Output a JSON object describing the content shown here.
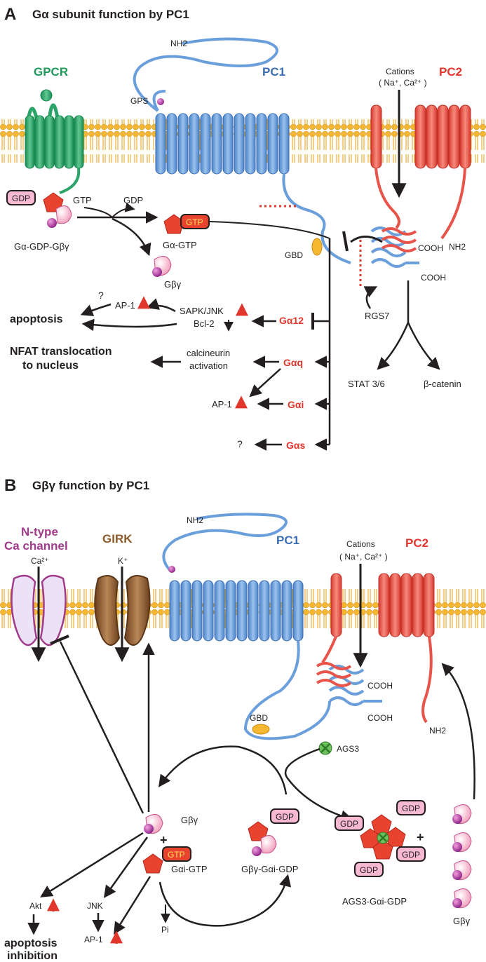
{
  "panel_a": {
    "letter": "A",
    "title": "Gα subunit function by PC1",
    "gpcr": "GPCR",
    "pc1": "PC1",
    "pc2": "PC2",
    "nh2_top": "NH2",
    "gps": "GPS",
    "cations": "Cations",
    "cations_ions": "( Na⁺, Ca²⁺ )",
    "gtp_in": "GTP",
    "gdp_out": "GDP",
    "gdp_badge": "GDP",
    "gtp_badge": "GTP",
    "g_complex": "Gα-GDP-Gβγ",
    "g_alpha_gtp": "Gα-GTP",
    "g_beta_gamma": "Gβγ",
    "gbd": "GBD",
    "pc2_nh2": "NH2",
    "pc2_cooh": "COOH",
    "pc1_cooh": "COOH",
    "rgs7": "RGS7",
    "stat": "STAT 3/6",
    "catenin": "β-catenin",
    "question1": "?",
    "ap1_top": "AP-1",
    "apoptosis": "apoptosis",
    "sapk": "SAPK/JNK",
    "bcl2": "Bcl-2",
    "ga12": "Gα12",
    "nfat_line1": "NFAT translocation",
    "nfat_line2": "to nucleus",
    "calcineurin_line1": "calcineurin",
    "calcineurin_line2": "activation",
    "gaq": "Gαq",
    "ap1_mid": "AP-1",
    "gai": "Gαi",
    "question2": "?",
    "gas": "Gαs"
  },
  "panel_b": {
    "letter": "B",
    "title": "Gβγ function by PC1",
    "ntype_line1": "N-type",
    "ntype_line2": "Ca channel",
    "ca_ion": "Ca²⁺",
    "girk": "GIRK",
    "k_ion": "K⁺",
    "pc1": "PC1",
    "pc2": "PC2",
    "nh2_top": "NH2",
    "cations": "Cations",
    "cations_ions": "( Na⁺, Ca²⁺ )",
    "pc2_cooh": "COOH",
    "pc1_cooh": "COOH",
    "pc2_nh2": "NH2",
    "gbd": "GBD",
    "ags3": "AGS3",
    "g_beta_gamma": "Gβγ",
    "plus": "+",
    "gtp_badge": "GTP",
    "gai_gtp": "Gαi-GTP",
    "gdp_badge": "GDP",
    "gbg_gai_gdp": "Gβγ-Gαi-GDP",
    "ags3_complex": "AGS3-Gαi-GDP",
    "gbg_stack": "Gβγ",
    "akt": "Akt",
    "jnk": "JNK",
    "ap1": "AP-1",
    "pi": "Pi",
    "apoptosis_line1": "apoptosis",
    "apoptosis_line2": "inhibition"
  },
  "colors": {
    "gpcr": "#2aa468",
    "pc1": "#6b9fdc",
    "pc2": "#e8544a",
    "membrane": "#f6b731",
    "label_red": "#e0362c",
    "label_blue": "#3b6db4",
    "label_green": "#1f9a5b",
    "label_purple": "#a23a8c",
    "girk": "#8a5a2b",
    "g_alpha": "#e8432f",
    "gdp_badge": "#f7b8d2"
  }
}
